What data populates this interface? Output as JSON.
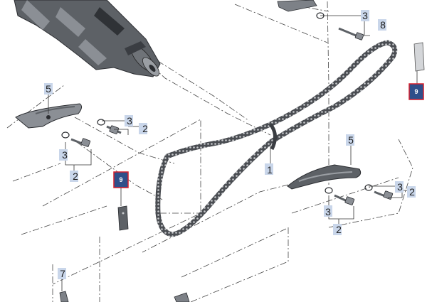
{
  "colors": {
    "label_box": "#c9d6ea",
    "highlight_fill": "#2f4f8a",
    "highlight_border": "#d61f2c",
    "part_dark": "#3a3d42",
    "part_mid": "#7d8187",
    "part_light": "#d4d6d9",
    "line": "#333333"
  },
  "labels": {
    "l1": "1",
    "l2": "2",
    "l3": "3",
    "l5": "5",
    "l7": "7",
    "l8": "8",
    "l9": "9"
  }
}
